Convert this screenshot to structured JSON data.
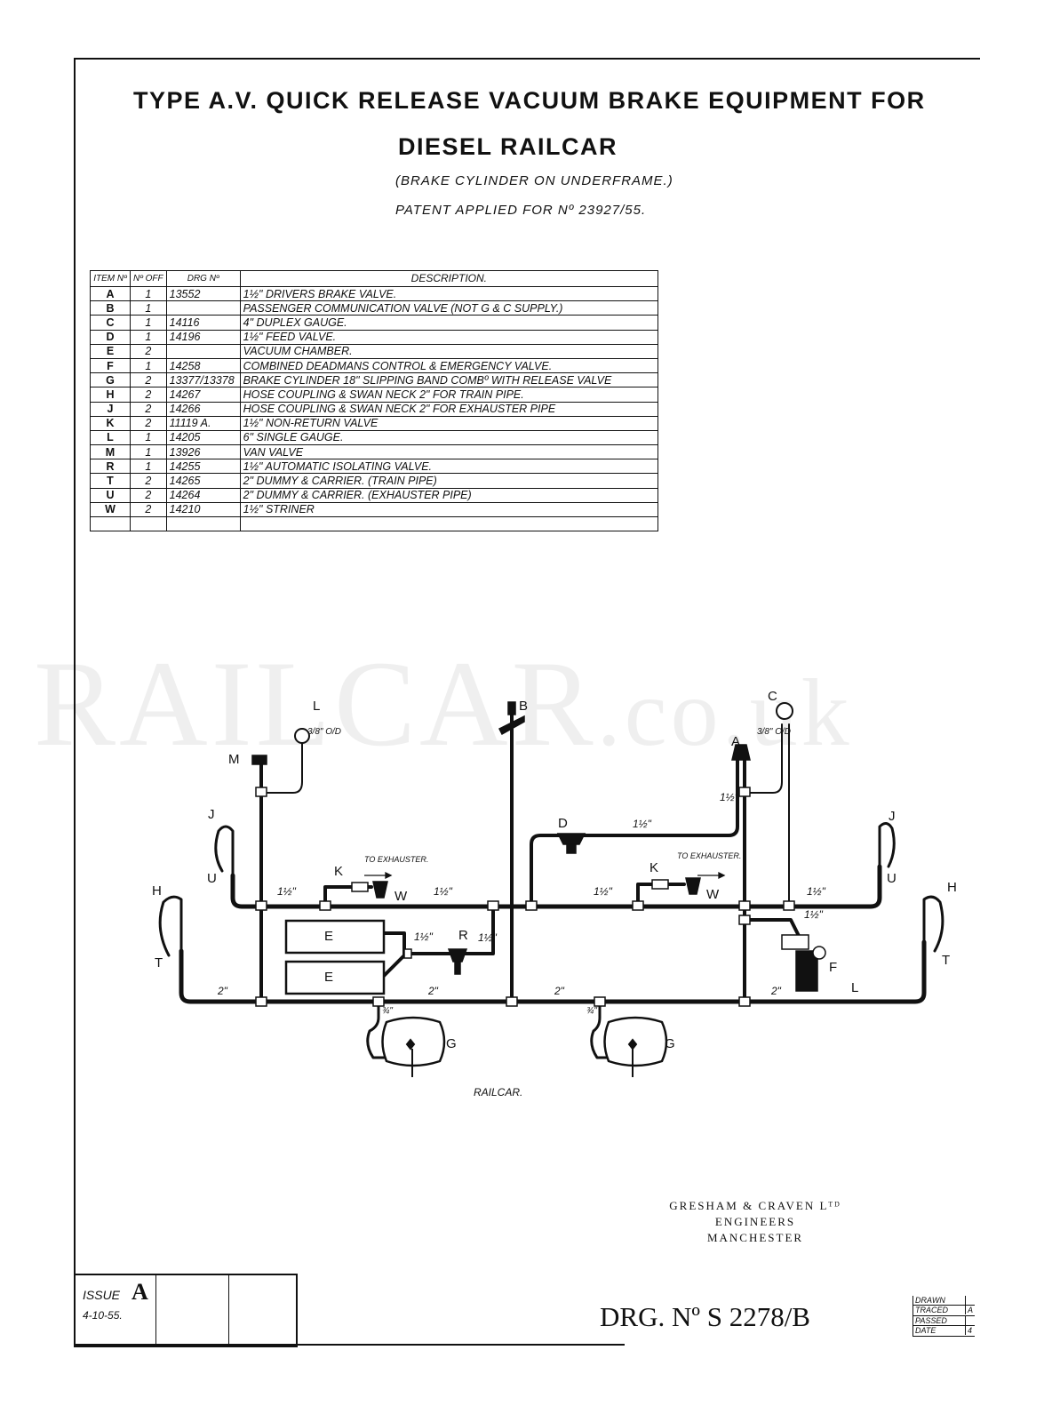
{
  "title": {
    "line1": "TYPE A.V. QUICK RELEASE VACUUM BRAKE EQUIPMENT FOR",
    "line2": "DIESEL RAILCAR",
    "sub1": "(BRAKE CYLINDER ON UNDERFRAME.)",
    "sub2": "PATENT APPLIED FOR Nº 23927/55."
  },
  "parts_table": {
    "headers": {
      "item": "ITEM Nº",
      "off": "Nº OFF",
      "drg": "DRG Nº",
      "desc": "DESCRIPTION."
    },
    "rows": [
      {
        "item": "A",
        "off": "1",
        "drg": "13552",
        "desc": "1½\" DRIVERS BRAKE VALVE."
      },
      {
        "item": "B",
        "off": "1",
        "drg": "",
        "desc": "PASSENGER COMMUNICATION VALVE     (NOT G & C SUPPLY.)"
      },
      {
        "item": "C",
        "off": "1",
        "drg": "14116",
        "desc": "4\" DUPLEX GAUGE."
      },
      {
        "item": "D",
        "off": "1",
        "drg": "14196",
        "desc": "1½\" FEED VALVE."
      },
      {
        "item": "E",
        "off": "2",
        "drg": "",
        "desc": "VACUUM CHAMBER."
      },
      {
        "item": "F",
        "off": "1",
        "drg": "14258",
        "desc": "COMBINED DEADMANS CONTROL & EMERGENCY VALVE."
      },
      {
        "item": "G",
        "off": "2",
        "drg": "13377/13378",
        "desc": "BRAKE CYLINDER 18\" SLIPPING BAND COMBº WITH RELEASE VALVE"
      },
      {
        "item": "H",
        "off": "2",
        "drg": "14267",
        "desc": "HOSE COUPLING & SWAN NECK 2\" FOR TRAIN PIPE."
      },
      {
        "item": "J",
        "off": "2",
        "drg": "14266",
        "desc": "HOSE COUPLING & SWAN NECK 2\" FOR EXHAUSTER PIPE"
      },
      {
        "item": "K",
        "off": "2",
        "drg": "11119 A.",
        "desc": "1½\" NON-RETURN VALVE"
      },
      {
        "item": "L",
        "off": "1",
        "drg": "14205",
        "desc": "6\" SINGLE GAUGE."
      },
      {
        "item": "M",
        "off": "1",
        "drg": "13926",
        "desc": "VAN VALVE"
      },
      {
        "item": "R",
        "off": "1",
        "drg": "14255",
        "desc": "1½\" AUTOMATIC ISOLATING VALVE."
      },
      {
        "item": "T",
        "off": "2",
        "drg": "14265",
        "desc": "2\" DUMMY & CARRIER.  (TRAIN PIPE)"
      },
      {
        "item": "U",
        "off": "2",
        "drg": "14264",
        "desc": "2\" DUMMY & CARRIER.  (EXHAUSTER PIPE)"
      },
      {
        "item": "W",
        "off": "2",
        "drg": "14210",
        "desc": "1½\" STRINER"
      },
      {
        "item": "",
        "off": "",
        "drg": "",
        "desc": ""
      }
    ]
  },
  "watermark": {
    "main": "RAILCAR",
    "suffix": ".co.uk"
  },
  "diagram": {
    "labels": {
      "L_gauge": "L",
      "B": "B",
      "C": "C",
      "M": "M",
      "A": "A",
      "D": "D",
      "J_left": "J",
      "J_right": "J",
      "U_left": "U",
      "U_right": "U",
      "H_left": "H",
      "H_right": "H",
      "T_left": "T",
      "T_right": "T",
      "K_left": "K",
      "K_right": "K",
      "W_left": "W",
      "W_right": "W",
      "E_top": "E",
      "E_bottom": "E",
      "R": "R",
      "F": "F",
      "G_left": "G",
      "G_right": "G",
      "L_pipe": "L"
    },
    "size_labels": {
      "three_eighths_od": "3/8\" O/D",
      "one_half": "1½\"",
      "two": "2\"",
      "three_quarter": "¾\""
    },
    "to_exhauster": "TO EXHAUSTER."
  },
  "railcar_label": "RAILCAR.",
  "company": {
    "line1": "GRESHAM & CRAVEN Lᵀᴰ",
    "line2": "ENGINEERS",
    "line3": "MANCHESTER"
  },
  "issue": {
    "label": "ISSUE",
    "letter": "A",
    "date": "4-10-55."
  },
  "drawing_number": "DRG. Nº S 2278/B",
  "sign_box": {
    "drawn": "DRAWN",
    "traced": "TRACED",
    "passed": "PASSED",
    "date": "DATE",
    "traced_val": "A",
    "date_val": "4"
  },
  "colors": {
    "ink": "#111111",
    "paper": "#ffffff"
  }
}
